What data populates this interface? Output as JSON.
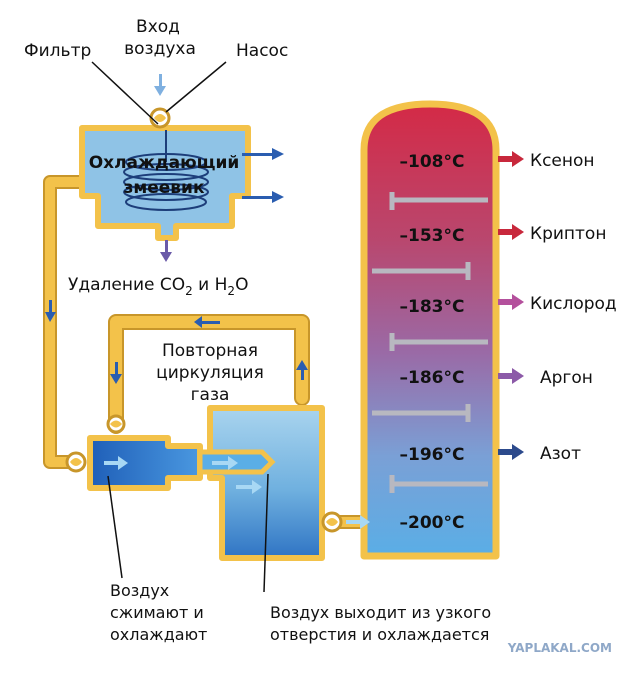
{
  "labels": {
    "air_in_line1": "Вход",
    "air_in_line2": "воздуха",
    "filter": "Фильтр",
    "pump": "Насос",
    "coil_line1": "Охлаждающий",
    "coil_line2": "змеевик",
    "removal_prefix": "Удаление CO",
    "removal_sub1": "2",
    "removal_mid": " и H",
    "removal_sub2": "2",
    "removal_suffix": "O",
    "recirc_line1": "Повторная",
    "recirc_line2": "циркуляция",
    "recirc_line3": "газа",
    "compress_line1": "Воздух",
    "compress_line2": "сжимают и",
    "compress_line3": "охлаждают",
    "nozzle_line1": "Воздух выходит из узкого",
    "nozzle_line2": "отверстия и охлаждается",
    "watermark": "YAPLAKAL.COM"
  },
  "column": {
    "temperatures": [
      "–108°C",
      "–153°C",
      "–183°C",
      "–186°C",
      "–196°C",
      "–200°C"
    ],
    "outputs": [
      {
        "name": "Ксенон",
        "color": "#c8283c"
      },
      {
        "name": "Криптон",
        "color": "#c8283c"
      },
      {
        "name": "Кислород",
        "color": "#b4509c"
      },
      {
        "name": "Аргон",
        "color": "#8c5aa8"
      },
      {
        "name": "Азот",
        "color": "#2c4a8c"
      }
    ]
  },
  "colors": {
    "pipe": "#f3c24a",
    "tank": "#8fc3e6",
    "arrow": "#2a5db0",
    "column_top": "#d8304a",
    "column_bottom": "#5aa8e0"
  }
}
